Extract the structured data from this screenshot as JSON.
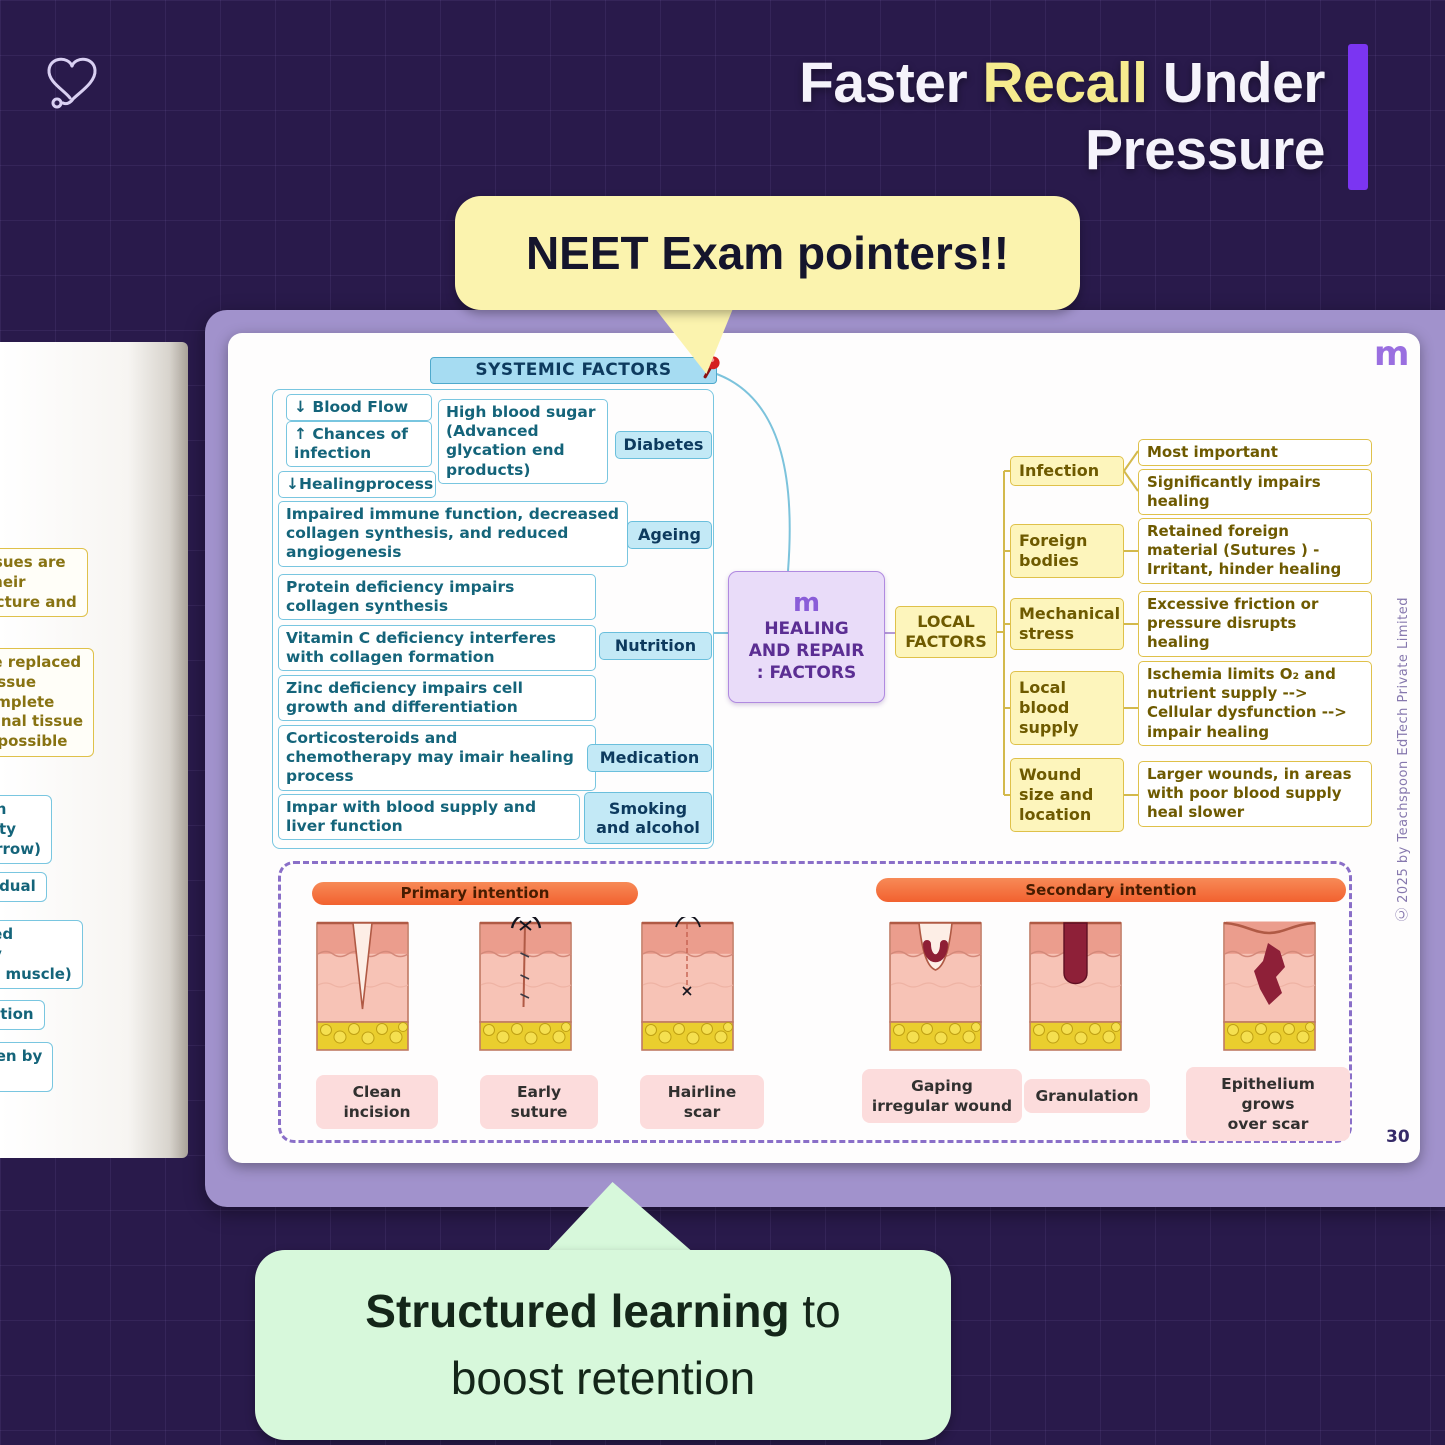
{
  "header": {
    "title_pre": "Faster ",
    "title_highlight": "Recall",
    "title_post": " Under",
    "title_line2": "Pressure",
    "highlight_color": "#f6eb8e",
    "accent_bar_color": "#7b35f2"
  },
  "callout_top": {
    "text": "NEET Exam pointers!!"
  },
  "callout_bottom": {
    "bold": "Structured learning",
    "line1_rest": " to",
    "line2": "boost retention"
  },
  "page": {
    "number": "30",
    "copyright": "Ⓒ  2025 by Teachspoon EdTech Private Limited",
    "brand_glyph": "m",
    "mindmap": {
      "systemic_header": "SYSTEMIC FACTORS",
      "center": "HEALING\nAND REPAIR\n: FACTORS",
      "local_header": "LOCAL\nFACTORS",
      "side_notes": [
        "↓ Blood Flow",
        "↑ Chances of\ninfection",
        "↓Healingprocess"
      ],
      "systemic_details": [
        "High blood sugar (Advanced glycation end products)",
        "Impaired immune function, decreased collagen synthesis, and reduced angiogenesis",
        "Protein deficiency impairs collagen synthesis",
        "Vitamin C deficiency interferes with collagen formation",
        "Zinc deficiency impairs cell growth and differentiation",
        "Corticosteroids and chemotherapy may imair healing process",
        "Impar with blood supply and liver function"
      ],
      "systemic_categories": [
        "Diabetes",
        "Ageing",
        "Nutrition",
        "Medication",
        "Smoking\nand alcohol"
      ],
      "local_categories": [
        "Infection",
        "Foreign\nbodies",
        "Mechanical\nstress",
        "Local\nblood\nsupply",
        "Wound\nsize and\nlocation"
      ],
      "local_details": [
        "Most important",
        "Significantly impairs healing",
        "Retained foreign material (Sutures ) - Irritant, hinder healing",
        "Excessive friction or pressure disrupts healing",
        "Ischemia limits O₂ and nutrient supply --> Cellular dysfunction --> impair healing",
        "Larger wounds, in areas with poor blood supply heal slower"
      ]
    },
    "healing_diagram": {
      "primary_title": "Primary intention",
      "secondary_title": "Secondary intention",
      "labels": [
        "Clean incision",
        "Early suture",
        "Hairline scar",
        "Gaping\nirregular wound",
        "Granulation",
        "Epithelium grows\nover scar"
      ]
    }
  },
  "left_page": {
    "fragments": [
      "ssues are\ntheir\nucture and",
      "re replaced\ntissue\nomplete\nginal tissue\nt possible",
      "gh\ncity\narrow)",
      "sidual",
      "ted\nty\nal muscle)",
      "lation",
      "gen by\nr"
    ]
  }
}
